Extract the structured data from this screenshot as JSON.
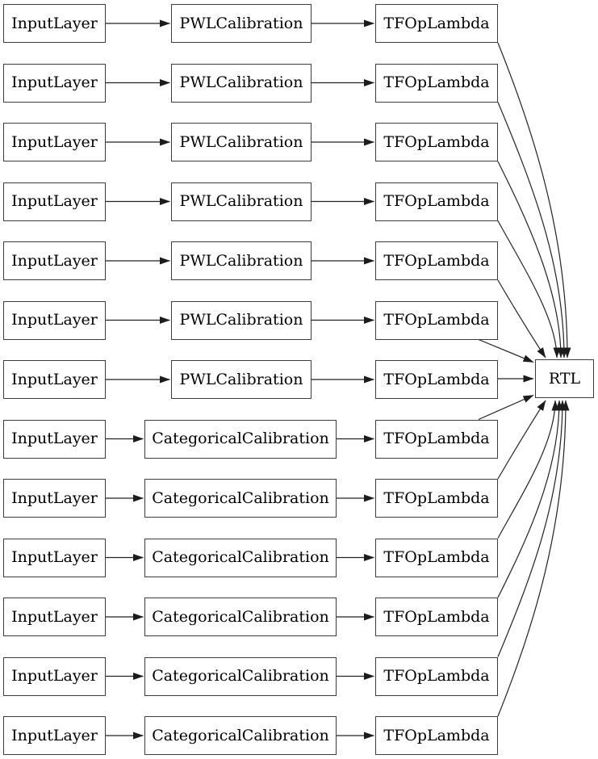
{
  "diagram": {
    "colors": {
      "background": "#ffffff",
      "node_fill": "#ffffff",
      "node_border": "#3c3c3c",
      "edge": "#222222",
      "text": "#000000"
    },
    "rtl_label": "RTL",
    "rows": [
      {
        "input": "InputLayer",
        "calibration": "PWLCalibration",
        "lambda": "TFOpLambda"
      },
      {
        "input": "InputLayer",
        "calibration": "PWLCalibration",
        "lambda": "TFOpLambda"
      },
      {
        "input": "InputLayer",
        "calibration": "PWLCalibration",
        "lambda": "TFOpLambda"
      },
      {
        "input": "InputLayer",
        "calibration": "PWLCalibration",
        "lambda": "TFOpLambda"
      },
      {
        "input": "InputLayer",
        "calibration": "PWLCalibration",
        "lambda": "TFOpLambda"
      },
      {
        "input": "InputLayer",
        "calibration": "PWLCalibration",
        "lambda": "TFOpLambda"
      },
      {
        "input": "InputLayer",
        "calibration": "PWLCalibration",
        "lambda": "TFOpLambda"
      },
      {
        "input": "InputLayer",
        "calibration": "CategoricalCalibration",
        "lambda": "TFOpLambda"
      },
      {
        "input": "InputLayer",
        "calibration": "CategoricalCalibration",
        "lambda": "TFOpLambda"
      },
      {
        "input": "InputLayer",
        "calibration": "CategoricalCalibration",
        "lambda": "TFOpLambda"
      },
      {
        "input": "InputLayer",
        "calibration": "CategoricalCalibration",
        "lambda": "TFOpLambda"
      },
      {
        "input": "InputLayer",
        "calibration": "CategoricalCalibration",
        "lambda": "TFOpLambda"
      },
      {
        "input": "InputLayer",
        "calibration": "CategoricalCalibration",
        "lambda": "TFOpLambda"
      }
    ]
  }
}
